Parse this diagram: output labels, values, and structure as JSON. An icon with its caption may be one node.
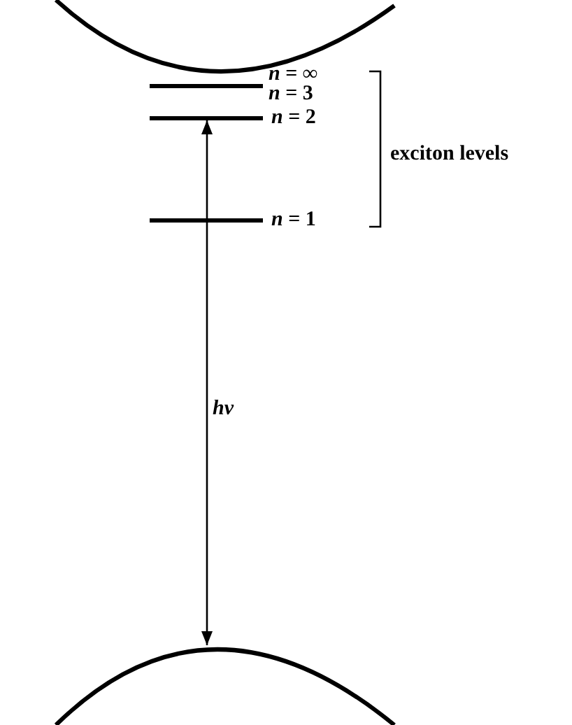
{
  "diagram": {
    "nodes": [
      {
        "text": [],
        "shape": "arc"
      },
      {
        "text": [],
        "shape": "bar"
      },
      {
        "text": [],
        "shape": "bar",
        "beside": [
          "*n* = 2"
        ]
      },
      {
        "text": [],
        "shape": "bar",
        "beside": [
          "*n* = 1"
        ]
      },
      {
        "text": [],
        "shape": "arc"
      }
    ],
    "edges": [
      {
        "from": 4,
        "to": 2,
        "arrow": "both",
        "label": "hν"
      }
    ],
    "labels": [
      "*n* = ∞",
      "*n* = 3",
      "exciton levels"
    ]
  }
}
